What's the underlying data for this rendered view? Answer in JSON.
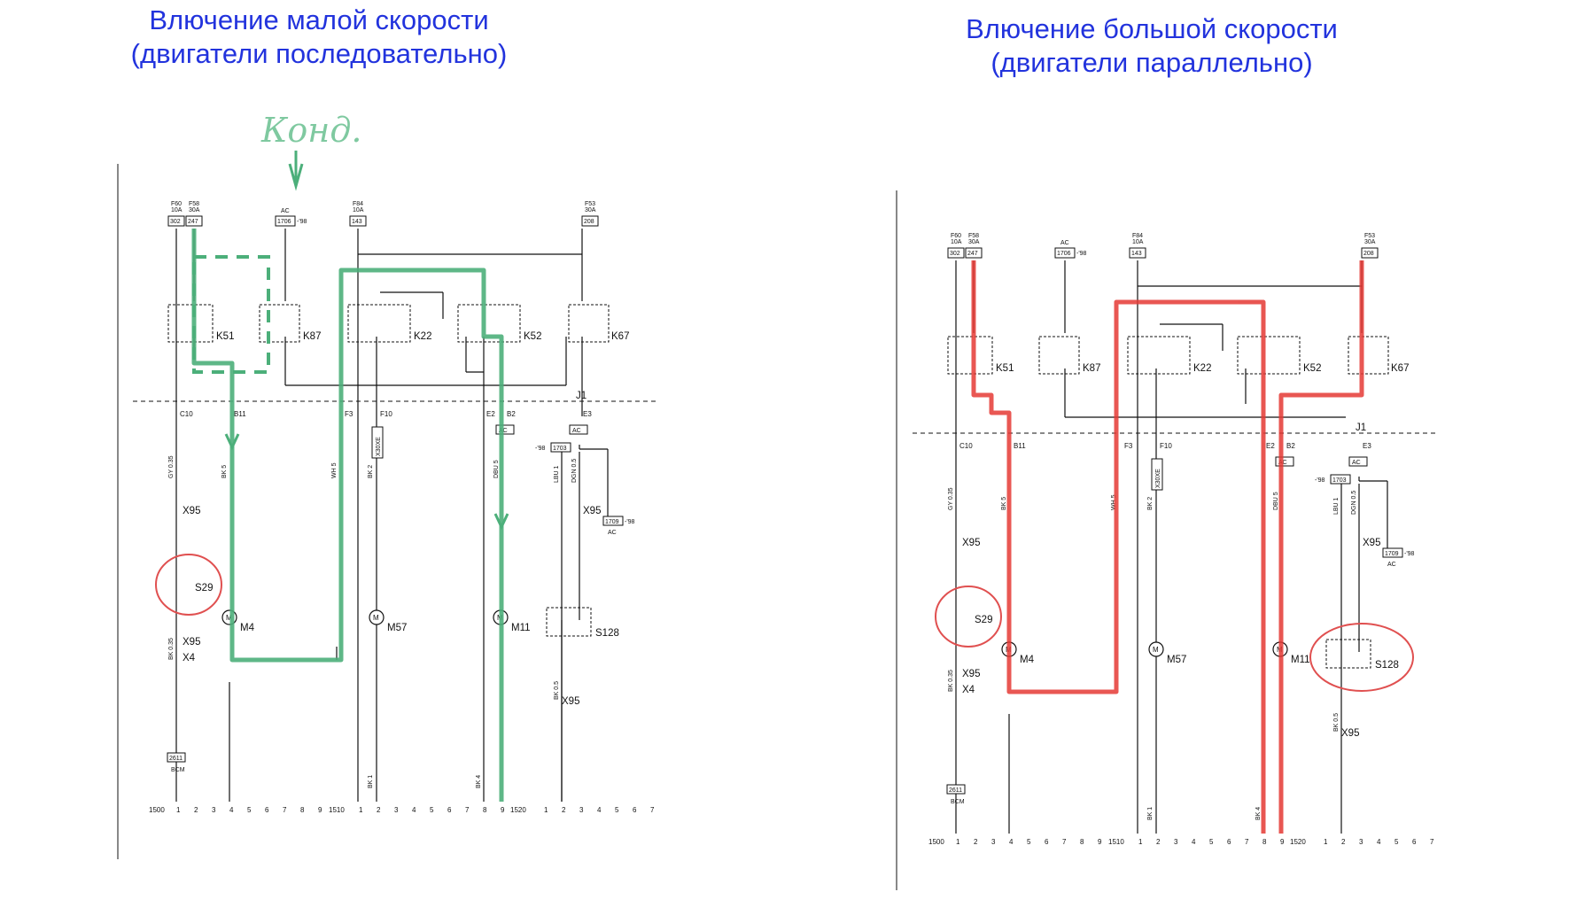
{
  "titles": {
    "left": {
      "line1": "Влючение малой скорости",
      "line2": "(двигатели последовательно)"
    },
    "right": {
      "line1": "Влючение большой скорости",
      "line2": "(двигатели параллельно)"
    }
  },
  "annotation": {
    "handwritten": "Конд."
  },
  "colors": {
    "title": "#2233dd",
    "low_speed_path": "#4caf7a",
    "high_speed_path": "#e53935",
    "circle": "#e05050",
    "wire": "#111111"
  },
  "fuses": [
    {
      "id": "f60",
      "name": "F60",
      "rating": "10A",
      "box": "302"
    },
    {
      "id": "f58",
      "name": "F58",
      "rating": "30A",
      "box": "247"
    },
    {
      "id": "ac",
      "name": "AC",
      "rating": "",
      "box": "1706",
      "note": "-'98"
    },
    {
      "id": "f84",
      "name": "F84",
      "rating": "10A",
      "box": "143"
    },
    {
      "id": "f53",
      "name": "F53",
      "rating": "30A",
      "box": "208"
    }
  ],
  "relays": [
    "K51",
    "K87",
    "K22",
    "K52",
    "K67"
  ],
  "junction": "J1",
  "connectors_top": [
    "C10",
    "B11",
    "F3",
    "F10",
    "E2",
    "B2",
    "E3"
  ],
  "motors": [
    "M4",
    "M57",
    "M11"
  ],
  "switches": [
    "S29",
    "S128"
  ],
  "x_connectors": [
    "X95",
    "X4",
    "X95",
    "X95"
  ],
  "wire_labels": [
    "GY 0.35",
    "BK 5",
    "WH 5",
    "BK 2",
    "DBU 5",
    "LBU 1",
    "DGN 0.5",
    "BK 0.35",
    "BK 1",
    "BK 4",
    "BK 0.5"
  ],
  "small_labels": {
    "ac": "AC",
    "bcm": "BCM",
    "bcm_box": "2611",
    "x30xe": "X30XE",
    "box_1703": "1703",
    "box_1709": "1709",
    "note98": "-'98"
  },
  "bottom_ruler": {
    "group1": {
      "start": "1500",
      "numbers": [
        "1",
        "2",
        "3",
        "4",
        "5",
        "6",
        "7",
        "8",
        "9"
      ]
    },
    "group2": {
      "start": "1510",
      "numbers": [
        "1",
        "2",
        "3",
        "4",
        "5",
        "6",
        "7",
        "8",
        "9"
      ]
    },
    "group3": {
      "start": "1520",
      "numbers": [
        "1",
        "2",
        "3",
        "4",
        "5",
        "6",
        "7"
      ]
    }
  }
}
